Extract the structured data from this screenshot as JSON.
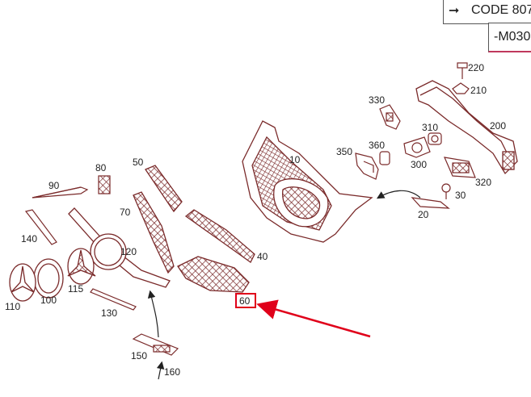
{
  "codes": {
    "code_line": "CODE 807",
    "code_arrow": "➞",
    "model_line": "-M030"
  },
  "callouts": [
    "220",
    "210",
    "330",
    "310",
    "200",
    "10",
    "350",
    "360",
    "300",
    "320",
    "30",
    "20",
    "50",
    "80",
    "90",
    "70",
    "40",
    "140",
    "120",
    "115",
    "100",
    "110",
    "130",
    "60",
    "150",
    "160"
  ],
  "highlighted_callout": "60",
  "colors": {
    "part_outline": "#7a2a2a",
    "part_fill": "#ffffff",
    "highlight": "#e0001a",
    "text": "#222222"
  }
}
